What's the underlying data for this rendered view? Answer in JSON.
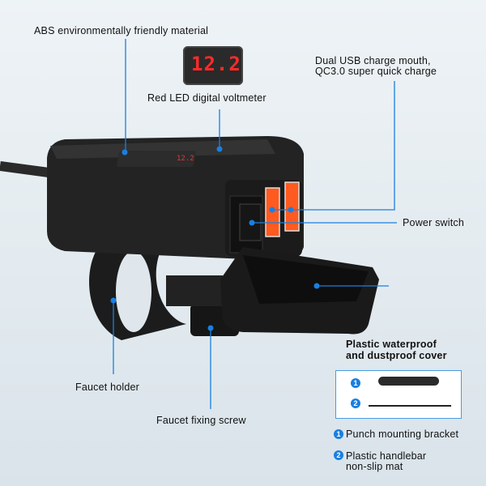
{
  "labels": {
    "abs": "ABS environmentally friendly material",
    "voltmeter": "Red LED digital voltmeter",
    "voltmeter_reading": "12.2",
    "usb_line1": "Dual USB charge mouth,",
    "usb_line2": "QC3.0 super quick charge",
    "power_switch": "Power switch",
    "cover_line1": "Plastic waterproof",
    "cover_line2": "and dustproof cover",
    "faucet_holder": "Faucet holder",
    "faucet_screw": "Faucet fixing screw"
  },
  "accessories": [
    {
      "number": "1",
      "label": "Punch mounting bracket"
    },
    {
      "number": "2",
      "label": "Plastic handlebar",
      "label2": "non-slip mat"
    }
  ],
  "colors": {
    "accent": "#1a7fe0",
    "led": "#ff2a2a",
    "usb": "#ff5a1f"
  }
}
